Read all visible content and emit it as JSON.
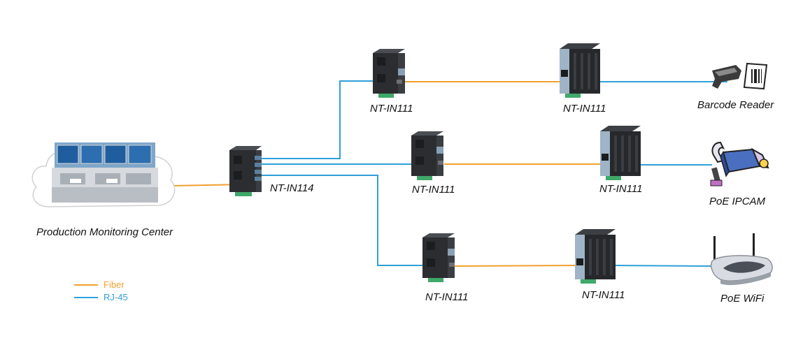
{
  "colors": {
    "fiber": "#f0a030",
    "rj45": "#30a0d8"
  },
  "legend": {
    "fiber_label": "Fiber",
    "rj45_label": "RJ-45"
  },
  "nodes": {
    "center": {
      "label": "Production Monitoring Center",
      "icon": "control-room-icon"
    },
    "hub": {
      "label": "NT-IN114",
      "icon": "switch-4-port-icon"
    },
    "row1_converter_a": {
      "label": "NT-IN111",
      "icon": "media-converter-icon"
    },
    "row1_converter_b": {
      "label": "NT-IN111",
      "icon": "media-converter-icon"
    },
    "row2_converter_a": {
      "label": "NT-IN111",
      "icon": "media-converter-icon"
    },
    "row2_converter_b": {
      "label": "NT-IN111",
      "icon": "media-converter-icon"
    },
    "row3_converter_a": {
      "label": "NT-IN111",
      "icon": "media-converter-icon"
    },
    "row3_converter_b": {
      "label": "NT-IN111",
      "icon": "media-converter-icon"
    },
    "barcode_reader": {
      "label": "Barcode Reader",
      "icon": "barcode-scanner-icon"
    },
    "ip_camera": {
      "label": "PoE IPCAM",
      "icon": "ip-camera-icon"
    },
    "wifi": {
      "label": "PoE WiFi",
      "icon": "wifi-router-icon"
    }
  },
  "links": [
    {
      "from": "center",
      "to": "hub",
      "type": "fiber"
    },
    {
      "from": "hub",
      "to": "row1_converter_a",
      "type": "rj45"
    },
    {
      "from": "row1_converter_a",
      "to": "row1_converter_b",
      "type": "fiber"
    },
    {
      "from": "row1_converter_b",
      "to": "barcode_reader",
      "type": "rj45"
    },
    {
      "from": "hub",
      "to": "row2_converter_a",
      "type": "rj45"
    },
    {
      "from": "row2_converter_a",
      "to": "row2_converter_b",
      "type": "fiber"
    },
    {
      "from": "row2_converter_b",
      "to": "ip_camera",
      "type": "rj45"
    },
    {
      "from": "hub",
      "to": "row3_converter_a",
      "type": "rj45"
    },
    {
      "from": "row3_converter_a",
      "to": "row3_converter_b",
      "type": "fiber"
    },
    {
      "from": "row3_converter_b",
      "to": "wifi",
      "type": "rj45"
    }
  ]
}
